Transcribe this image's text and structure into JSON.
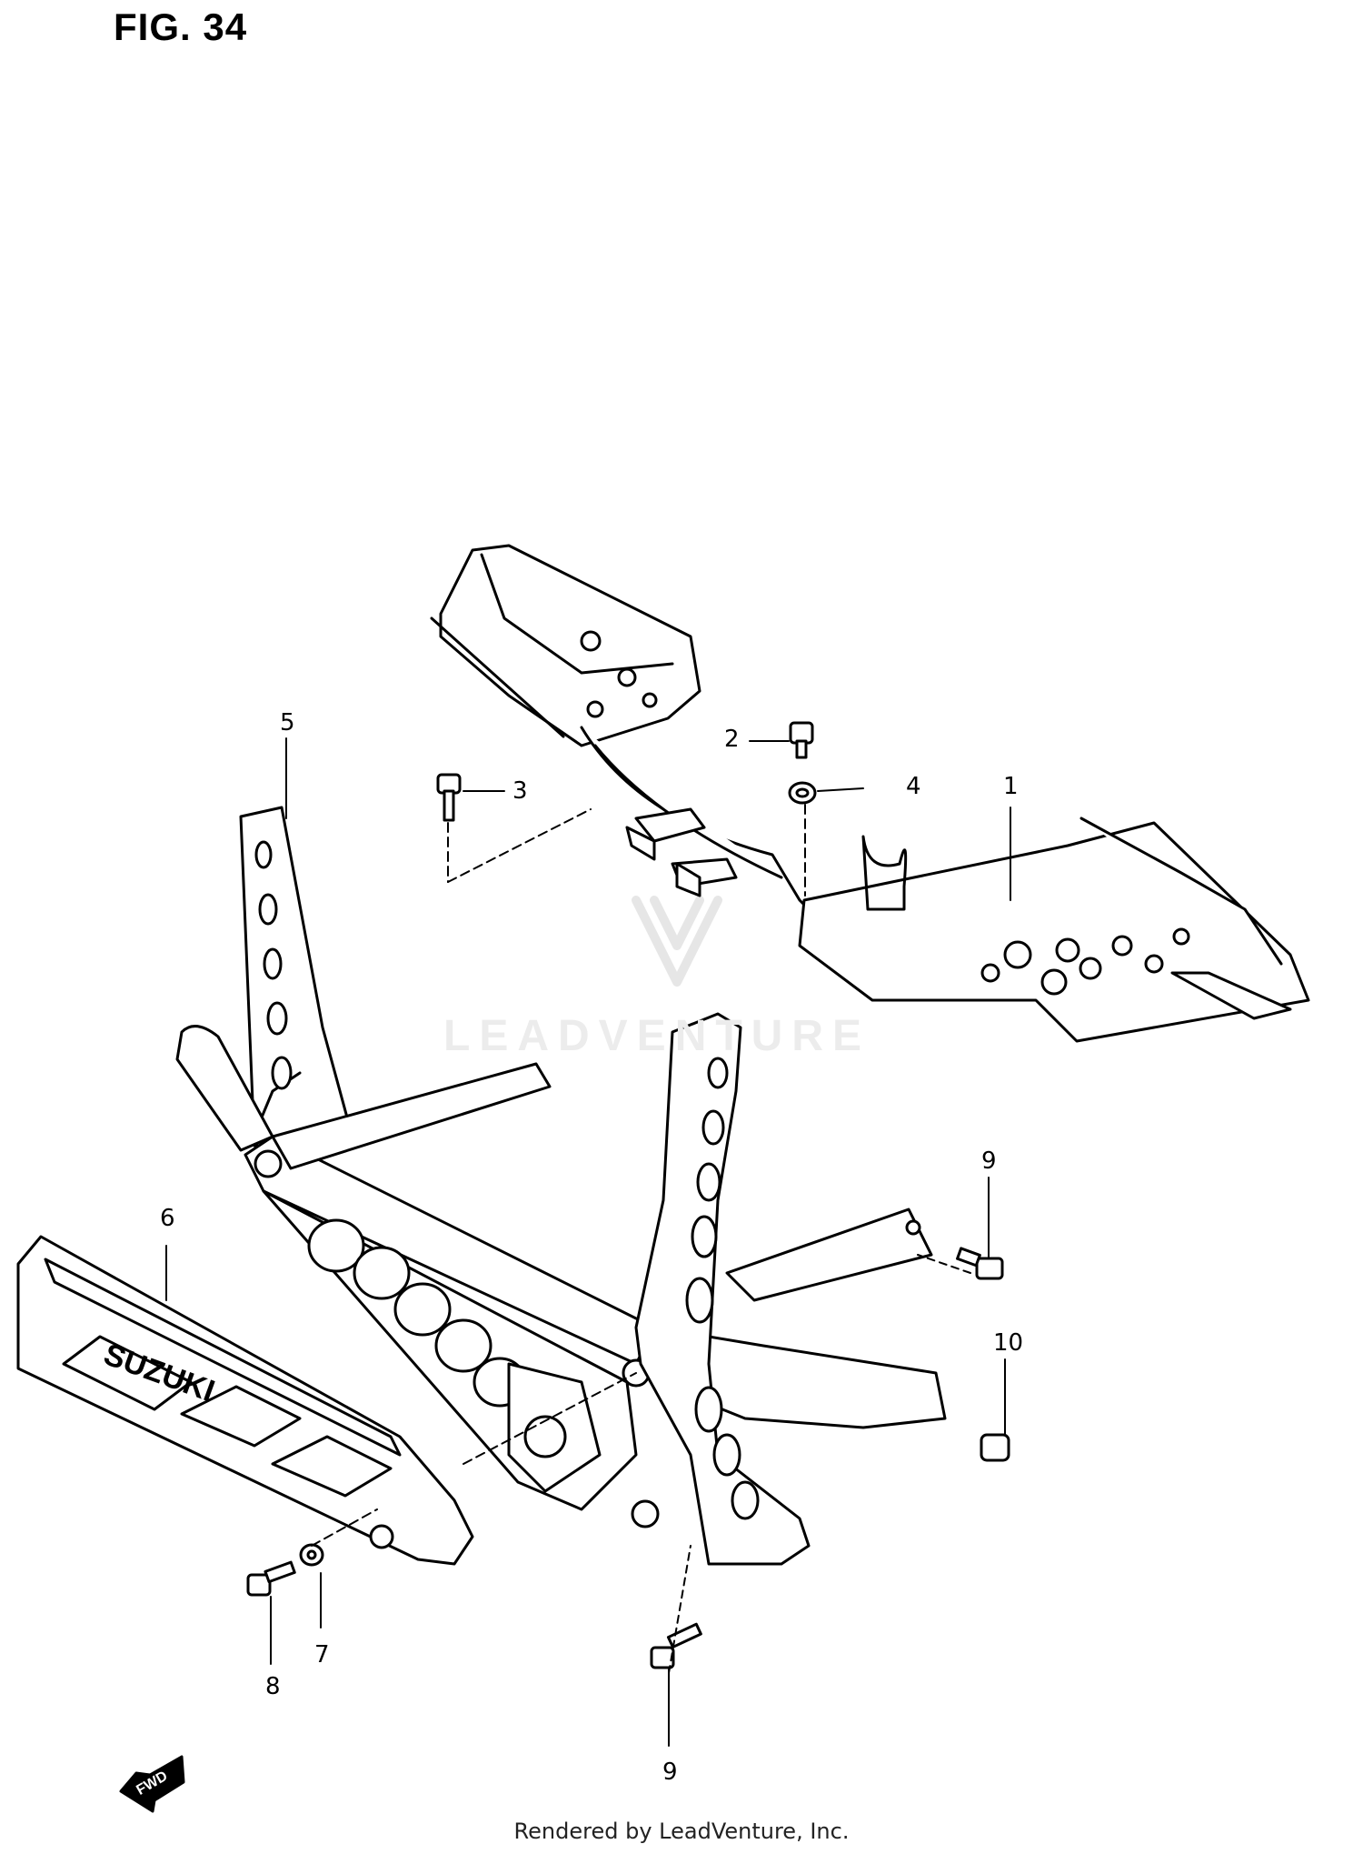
{
  "figure": {
    "title": "FIG. 34"
  },
  "callouts": [
    {
      "id": "1",
      "label": "1"
    },
    {
      "id": "2",
      "label": "2"
    },
    {
      "id": "3",
      "label": "3"
    },
    {
      "id": "4",
      "label": "4"
    },
    {
      "id": "5",
      "label": "5"
    },
    {
      "id": "6",
      "label": "6"
    },
    {
      "id": "7",
      "label": "7"
    },
    {
      "id": "8",
      "label": "8"
    },
    {
      "id": "9a",
      "label": "9"
    },
    {
      "id": "9b",
      "label": "9"
    },
    {
      "id": "10",
      "label": "10"
    }
  ],
  "watermark": {
    "text": "LEADVENTURE"
  },
  "footer": {
    "text": "Rendered by LeadVenture, Inc."
  },
  "icons": {
    "front_arrow": "front-direction-arrow-icon",
    "watermark_logo": "leadventure-logo-icon"
  }
}
